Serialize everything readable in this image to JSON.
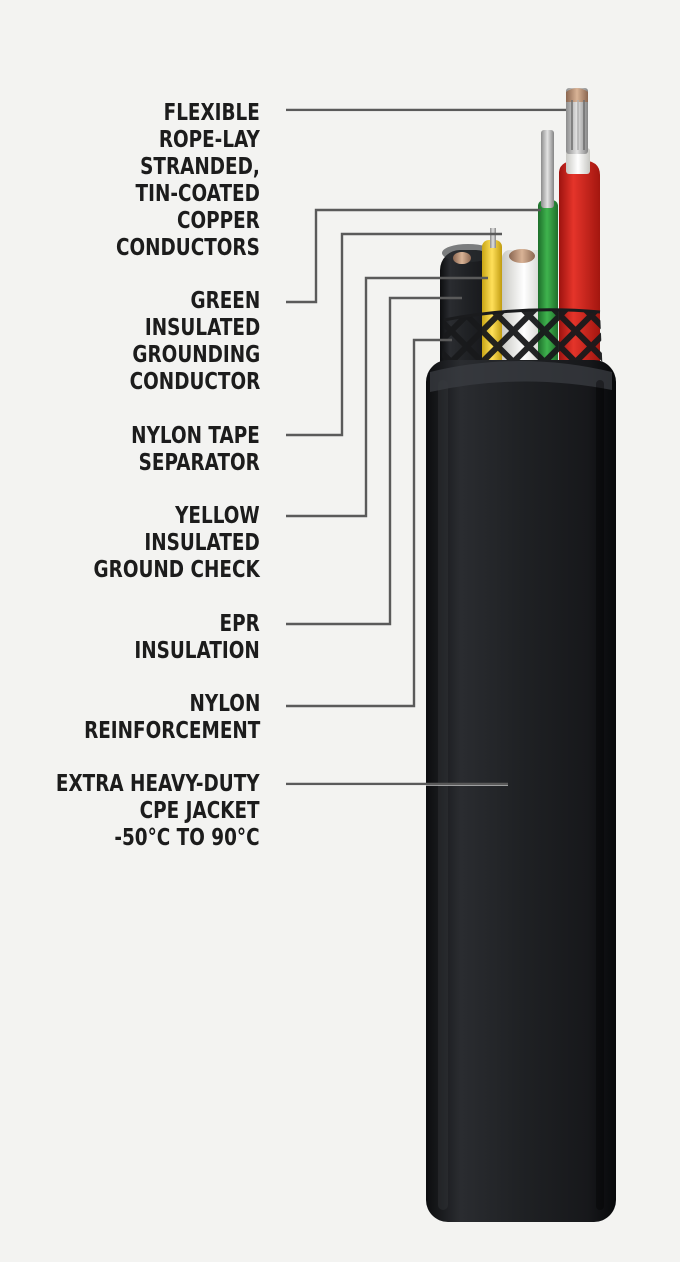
{
  "labels": [
    {
      "id": "conductors",
      "lines": [
        "FLEXIBLE",
        "ROPE-LAY",
        "STRANDED,",
        "TIN-COATED",
        "COPPER",
        "CONDUCTORS"
      ]
    },
    {
      "id": "grounding",
      "lines": [
        "GREEN",
        "INSULATED",
        "GROUNDING",
        "CONDUCTOR"
      ]
    },
    {
      "id": "separator",
      "lines": [
        "NYLON TAPE",
        "SEPARATOR"
      ]
    },
    {
      "id": "ground-check",
      "lines": [
        "YELLOW",
        "INSULATED",
        "GROUND CHECK"
      ]
    },
    {
      "id": "epr",
      "lines": [
        "EPR",
        "INSULATION"
      ]
    },
    {
      "id": "reinforcement",
      "lines": [
        "NYLON",
        "REINFORCEMENT"
      ]
    },
    {
      "id": "jacket",
      "lines": [
        "EXTRA HEAVY-DUTY",
        "CPE JACKET",
        "-50°C TO 90°C"
      ]
    }
  ],
  "colors": {
    "background": "#f3f3f1",
    "jacket": "#1f2124",
    "red": "#d9261c",
    "green": "#2f9a3e",
    "yellow": "#f1cf2b",
    "white": "#f2f2ee",
    "copper": "#b58a6e",
    "leader": "#5a5a5a"
  }
}
